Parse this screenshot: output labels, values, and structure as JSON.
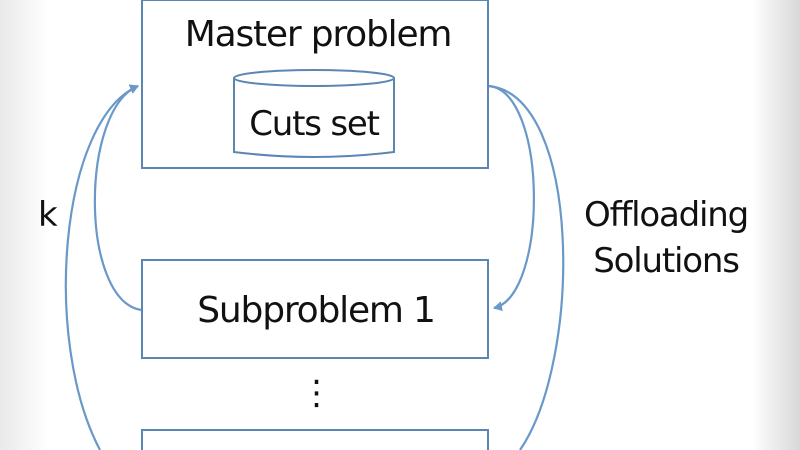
{
  "master_box": {
    "title": "Master problem",
    "store_label": "Cuts set"
  },
  "subproblem_box": {
    "title": "Subproblem 1"
  },
  "ellipsis": "⋮",
  "right_arrow_label": {
    "line1": "Offloading",
    "line2": "Solutions"
  },
  "left_arrow_label": {
    "partial_text": "k"
  },
  "colors": {
    "box_stroke": "#5b86b4",
    "arrow_stroke": "#6a98c8",
    "text": "#111111"
  }
}
